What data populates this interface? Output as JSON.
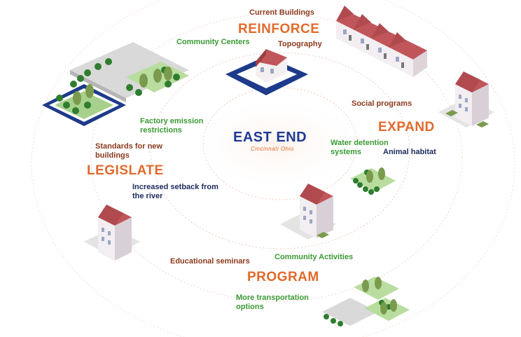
{
  "center": {
    "title": "EAST END",
    "subtitle": "Cincinnati Ohio"
  },
  "themes": {
    "reinforce": "REINFORCE",
    "expand": "EXPAND",
    "program": "PROGRAM",
    "legislate": "LEGISLATE"
  },
  "items": {
    "current_buildings": "Current Buildings",
    "community_centers": "Community Centers",
    "topography": "Topography",
    "social_programs": "Social programs",
    "water_detention": [
      "Water detention",
      "systems"
    ],
    "animal_habitat": "Animal habitat",
    "community_activities": "Community Activities",
    "educational_seminars": "Educational seminars",
    "more_transportation": [
      "More transportation",
      "options"
    ],
    "increased_setback": [
      "Increased setback from",
      "the river"
    ],
    "standards": [
      "Standards for new",
      "buildings"
    ],
    "factory_emission": [
      "Factory emission",
      "restrictions"
    ]
  },
  "colors": {
    "theme_orange": "#e06a2b",
    "item_brown": "#8b3a1e",
    "item_green": "#3a9a35",
    "item_navy": "#1d2a5c",
    "title_blue": "#1f3a93"
  }
}
